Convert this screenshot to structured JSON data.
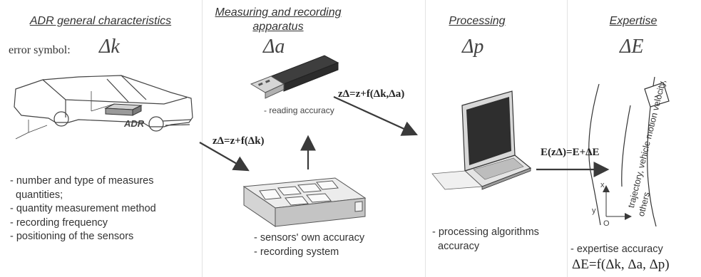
{
  "columns": [
    {
      "id": "adr",
      "heading": "ADR general characteristics"
    },
    {
      "id": "measuring",
      "heading": "Measuring and recording apparatus"
    },
    {
      "id": "processing",
      "heading": "Processing"
    },
    {
      "id": "expertise",
      "heading": "Expertise"
    }
  ],
  "adr": {
    "error_label": "error symbol:",
    "error_symbol": "Δk",
    "car_label": "ADR",
    "notes": [
      "- number and type of measures",
      "  quantities;",
      "- quantity measurement method",
      "- recording frequency",
      "- positioning of the sensors"
    ]
  },
  "measuring": {
    "error_symbol": "Δa",
    "usb_note": "- reading accuracy",
    "formula_left": "zΔ=z+f(Δk)",
    "notes": [
      "- sensors' own accuracy",
      "- recording system"
    ]
  },
  "processing": {
    "error_symbol": "Δp",
    "formula_top": "zΔ=z+f(Δk,Δa)",
    "notes": [
      "- processing algorithms",
      "  accuracy"
    ]
  },
  "expertise": {
    "error_symbol": "ΔE",
    "formula_arrow": "E(zΔ)=E+ΔE",
    "road_text_1": "trajectory, vehicle motion velocity,",
    "road_text_2": "others",
    "axis_x": "x",
    "axis_y": "y",
    "axis_o": "O",
    "note": "- expertise accuracy",
    "final_formula": "ΔE=f(Δk, Δa, Δp)"
  },
  "colors": {
    "line": "#3a3a3a",
    "divider": "#e3e3e3",
    "device_dark": "#4a4a4a",
    "device_light": "#e2e2e2"
  }
}
